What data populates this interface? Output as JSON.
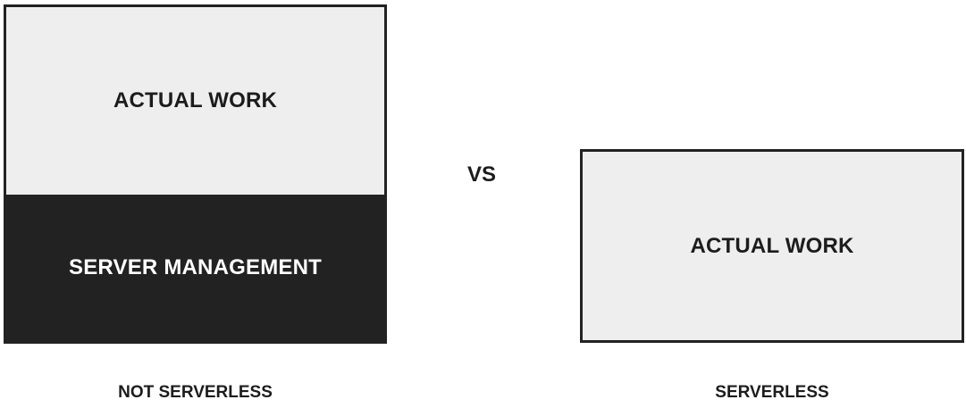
{
  "left_panel": {
    "work_label": "ACTUAL WORK",
    "server_label": "SERVER MANAGEMENT",
    "caption": "NOT SERVERLESS"
  },
  "separator": "VS",
  "right_panel": {
    "work_label": "ACTUAL WORK",
    "caption": "SERVERLESS"
  },
  "colors": {
    "dark": "#222222",
    "light": "#eeeeee",
    "text": "#1c1c1c"
  }
}
